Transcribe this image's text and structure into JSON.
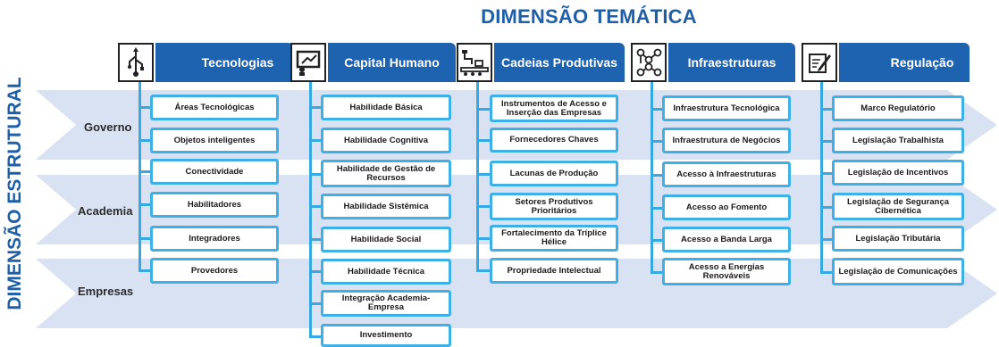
{
  "title_top": "DIMENSÃO TEMÁTICA",
  "title_side": "DIMENSÃO ESTRUTURAL",
  "rows": [
    "Governo",
    "Academia",
    "Empresas"
  ],
  "columns": [
    {
      "title": "Tecnologias",
      "icon": "usb-icon",
      "items": [
        "Áreas Tecnológicas",
        "Objetos inteligentes",
        "Conectividade",
        "Habilitadores",
        "Integradores",
        "Provedores"
      ]
    },
    {
      "title": "Capital Humano",
      "icon": "presentation-icon",
      "items": [
        "Habilidade Básica",
        "Habilidade Cognitiva",
        "Habilidade de Gestão de Recursos",
        "Habilidade Sistêmica",
        "Habilidade Social",
        "Habilidade Técnica",
        "Integração Academia-Empresa",
        "Investimento"
      ]
    },
    {
      "title": "Cadeias Produtivas",
      "icon": "conveyor-robot-icon",
      "items": [
        "Instrumentos de Acesso e Inserção das Empresas",
        "Fornecedores Chaves",
        "Lacunas de Produção",
        "Setores Produtivos Prioritários",
        "Fortalecimento da Tríplice Hélice",
        "Propriedade Intelectual"
      ]
    },
    {
      "title": "Infraestruturas",
      "icon": "network-nodes-icon",
      "items": [
        "Infraestrutura Tecnológica",
        "Infraestrutura de Negócios",
        "Acesso à Infraestruturas",
        "Acesso ao Fomento",
        "Acesso a Banda Larga",
        "Acesso a Energias Renováveis"
      ]
    },
    {
      "title": "Regulação",
      "icon": "document-pen-icon",
      "items": [
        "Marco Regulatório",
        "Legislação  Trabalhista",
        "Legislação de Incentivos",
        "Legislação de Segurança Cibernética",
        "Legislação Tributária",
        "Legislação de Comunicações"
      ]
    }
  ]
}
